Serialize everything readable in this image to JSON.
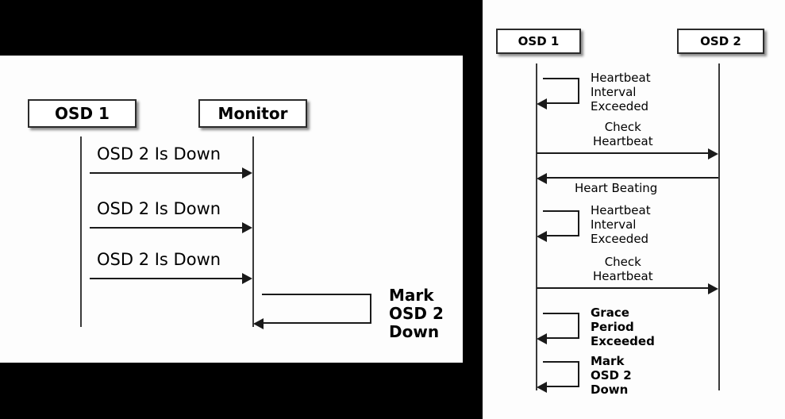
{
  "background_color": "#000000",
  "panel_color": "#fdfdfd",
  "line_color": "#1a1a1a",
  "left_diagram": {
    "actors": [
      {
        "label": "OSD 1"
      },
      {
        "label": "Monitor"
      }
    ],
    "messages": [
      {
        "label": "OSD 2 Is Down",
        "from": "OSD 1",
        "to": "Monitor",
        "direction": "right",
        "type": "call"
      },
      {
        "label": "OSD 2 Is Down",
        "from": "OSD 1",
        "to": "Monitor",
        "direction": "right",
        "type": "call"
      },
      {
        "label": "OSD 2 Is Down",
        "from": "OSD 1",
        "to": "Monitor",
        "direction": "right",
        "type": "call"
      },
      {
        "label": "Mark\nOSD 2\nDown",
        "from": "Monitor",
        "to": "Monitor",
        "direction": "left",
        "type": "self"
      }
    ]
  },
  "right_diagram": {
    "actors": [
      {
        "label": "OSD 1"
      },
      {
        "label": "OSD 2"
      }
    ],
    "messages": [
      {
        "label": "Heartbeat\nInterval\nExceeded",
        "from": "OSD 1",
        "to": "OSD 1",
        "direction": "left",
        "type": "self"
      },
      {
        "label": "Check\nHeartbeat",
        "from": "OSD 1",
        "to": "OSD 2",
        "direction": "right",
        "type": "call"
      },
      {
        "label": "Heart Beating",
        "from": "OSD 2",
        "to": "OSD 1",
        "direction": "left",
        "type": "return"
      },
      {
        "label": "Heartbeat\nInterval\nExceeded",
        "from": "OSD 1",
        "to": "OSD 1",
        "direction": "left",
        "type": "self"
      },
      {
        "label": "Check\nHeartbeat",
        "from": "OSD 1",
        "to": "OSD 2",
        "direction": "right",
        "type": "call"
      },
      {
        "label": "Grace\nPeriod\nExceeded",
        "from": "OSD 1",
        "to": "OSD 1",
        "direction": "left",
        "type": "self"
      },
      {
        "label": "Mark\nOSD 2\nDown",
        "from": "OSD 1",
        "to": "OSD 1",
        "direction": "left",
        "type": "self"
      }
    ]
  }
}
